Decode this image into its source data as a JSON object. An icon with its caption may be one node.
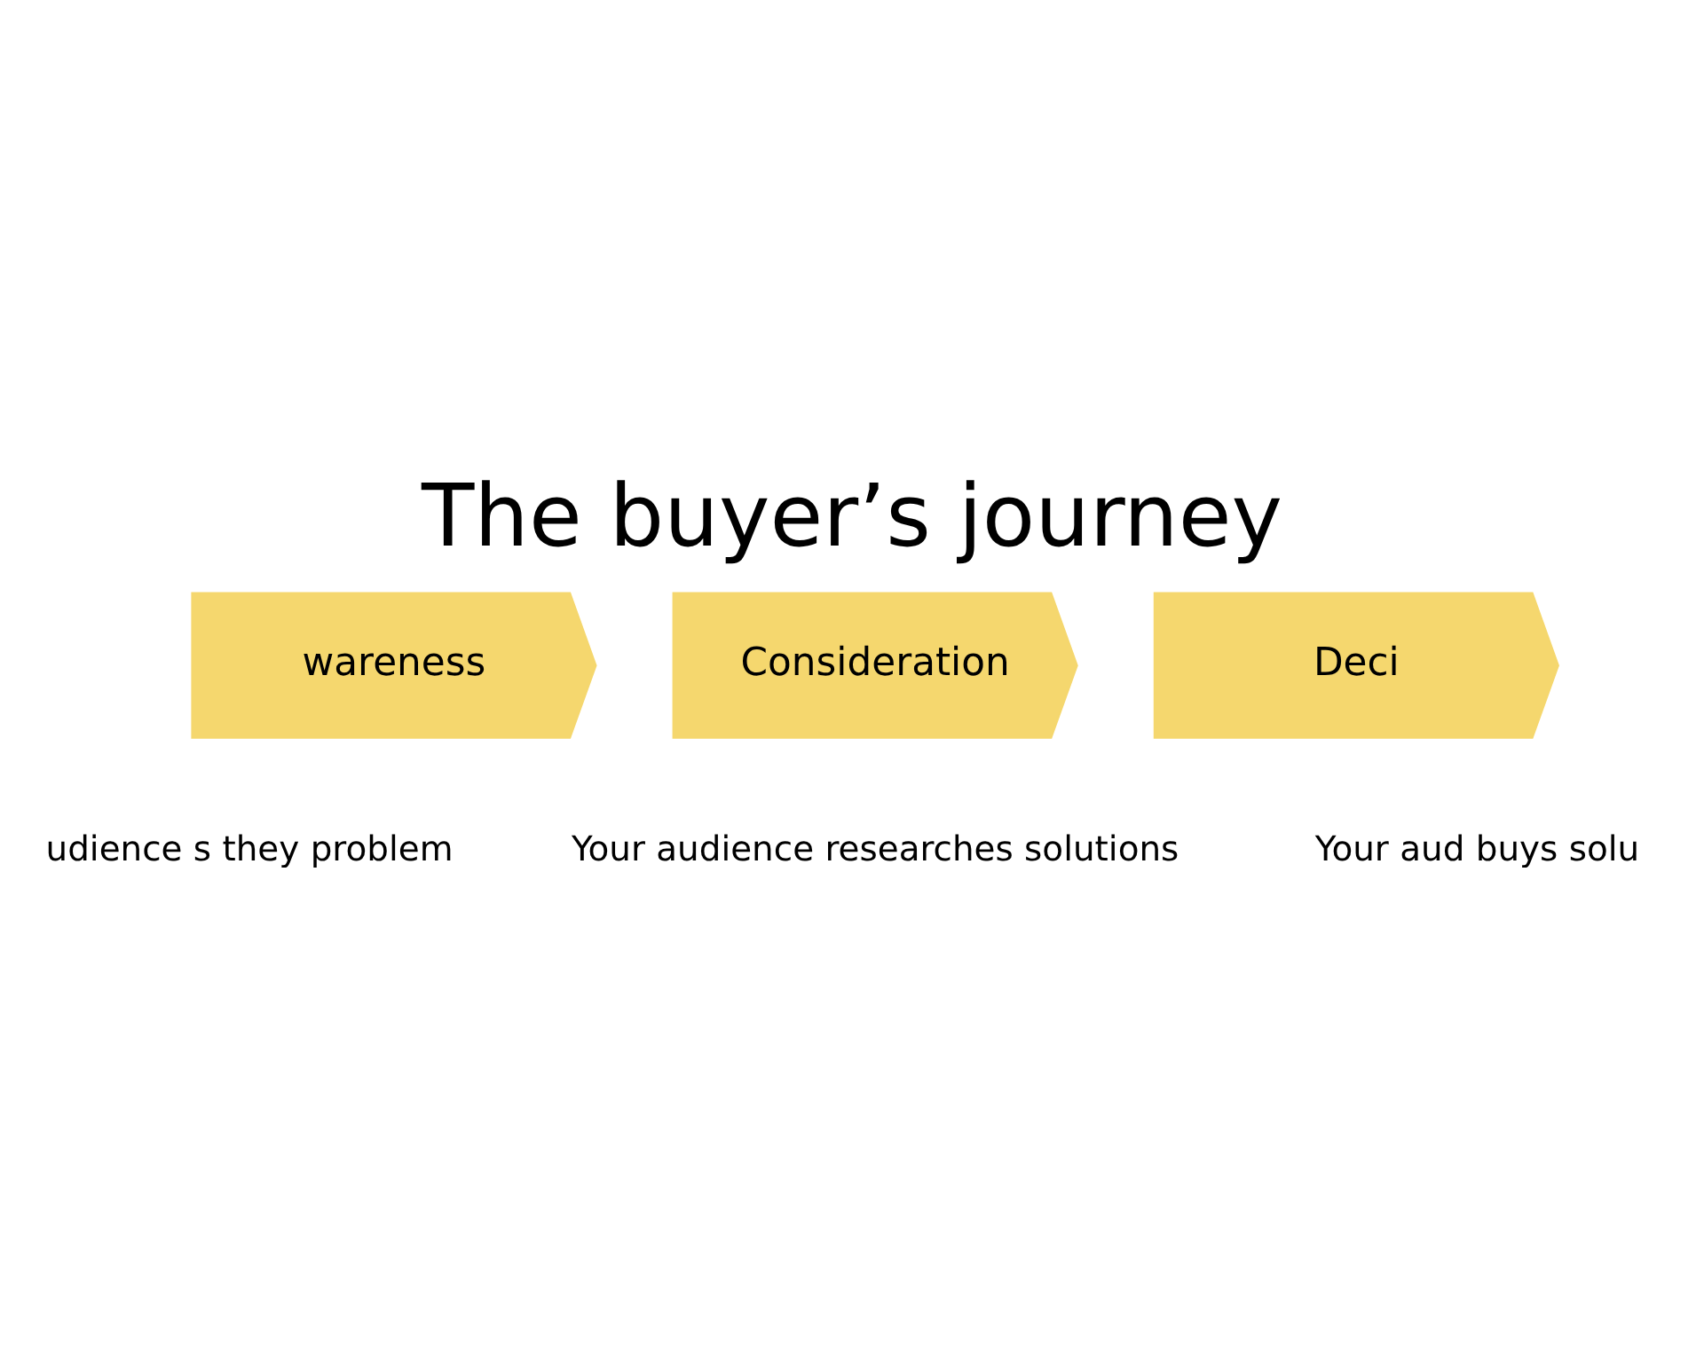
{
  "diagram": {
    "title": "The buyer’s journey",
    "nodes": [
      {
        "text": [
          "wareness"
        ],
        "beside": [
          "udience s they problem"
        ]
      },
      {
        "text": [
          "Consideration"
        ],
        "beside": [
          "Your audience researches solutions"
        ]
      },
      {
        "text": [
          "Deci"
        ],
        "beside": [
          "Your aud buys solu"
        ]
      }
    ],
    "edges": []
  }
}
